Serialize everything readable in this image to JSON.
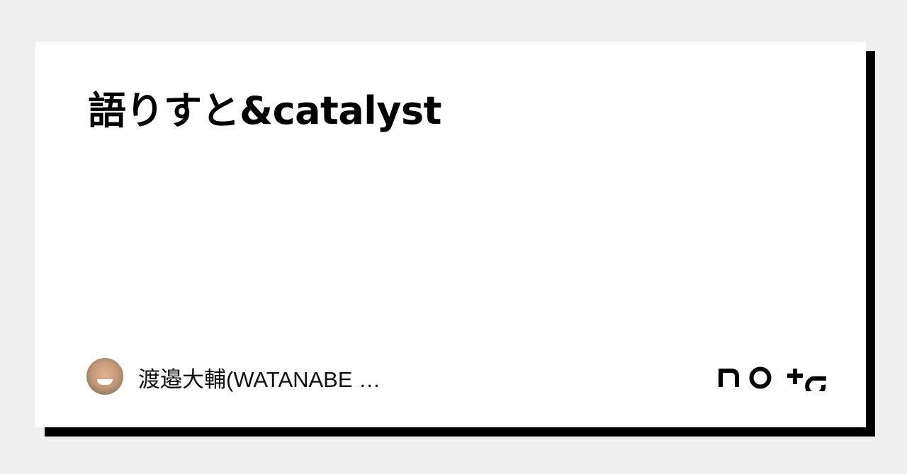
{
  "card": {
    "title": "語りすと&catalyst",
    "author": {
      "name": "渡邉大輔(WATANABE …"
    },
    "brand": {
      "logo_text": "note"
    }
  }
}
